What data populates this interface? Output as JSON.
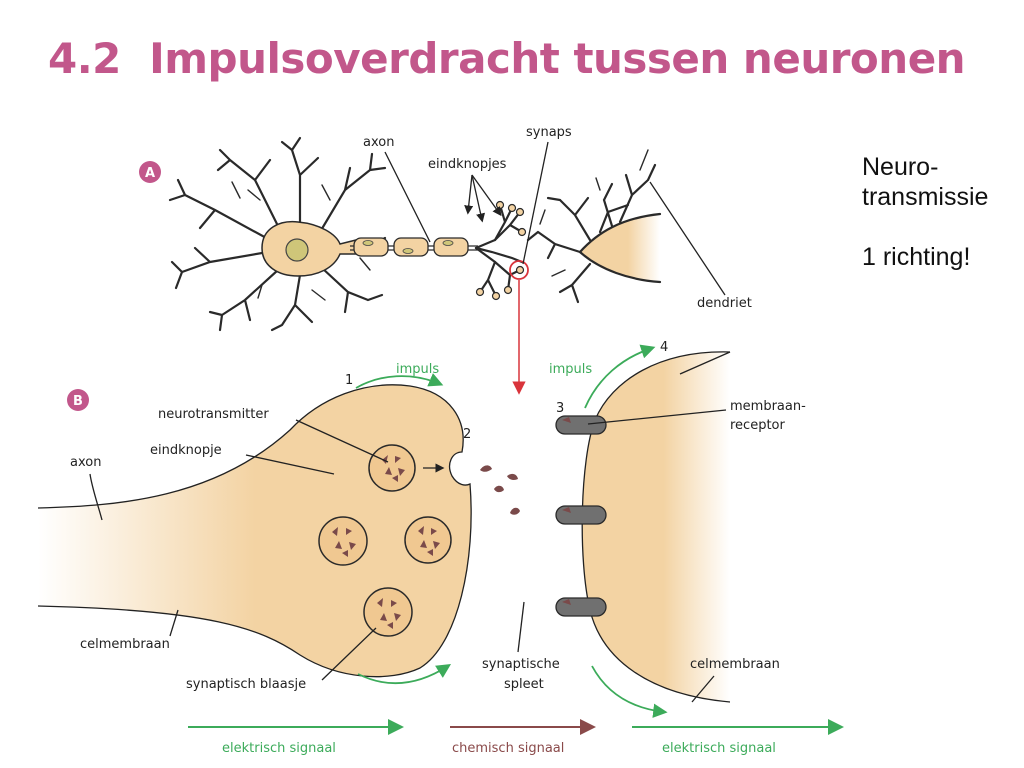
{
  "title": {
    "number": "4.2",
    "text": "Impulsoverdracht tussen neuronen"
  },
  "colors": {
    "title": "#c2578b",
    "cell_fill": "#f3d3a3",
    "cell_stroke": "#222222",
    "signal_green": "#3cab5a",
    "signal_brown": "#8a4a4a",
    "vesicle_fill": "#f0c891",
    "transmitter": "#7a4a4a",
    "receptor": "#707070",
    "marker_red": "#d9343b",
    "panel_badge": "#c2578b"
  },
  "notes": {
    "line1": "Neuro-",
    "line2": "transmissie",
    "line3": "1 richting!"
  },
  "panel_a": {
    "badge": "A",
    "labels": {
      "axon": "axon",
      "eindknopjes": "eindknopjes",
      "synaps": "synaps",
      "dendriet": "dendriet"
    }
  },
  "panel_b": {
    "badge": "B",
    "labels": {
      "impuls_left": "impuls",
      "impuls_right": "impuls",
      "step1": "1",
      "step2": "2",
      "step3": "3",
      "step4": "4",
      "neurotransmitter": "neurotransmitter",
      "eindknopje": "eindknopje",
      "axon": "axon",
      "celmembraan_left": "celmembraan",
      "synaptisch_blaasje": "synaptisch blaasje",
      "synaptische_spleet_1": "synaptische",
      "synaptische_spleet_2": "spleet",
      "membraan_receptor_1": "membraan-",
      "membraan_receptor_2": "receptor",
      "celmembraan_right": "celmembraan"
    },
    "signals": {
      "elektrisch_left": "elektrisch signaal",
      "chemisch": "chemisch signaal",
      "elektrisch_right": "elektrisch signaal"
    }
  }
}
